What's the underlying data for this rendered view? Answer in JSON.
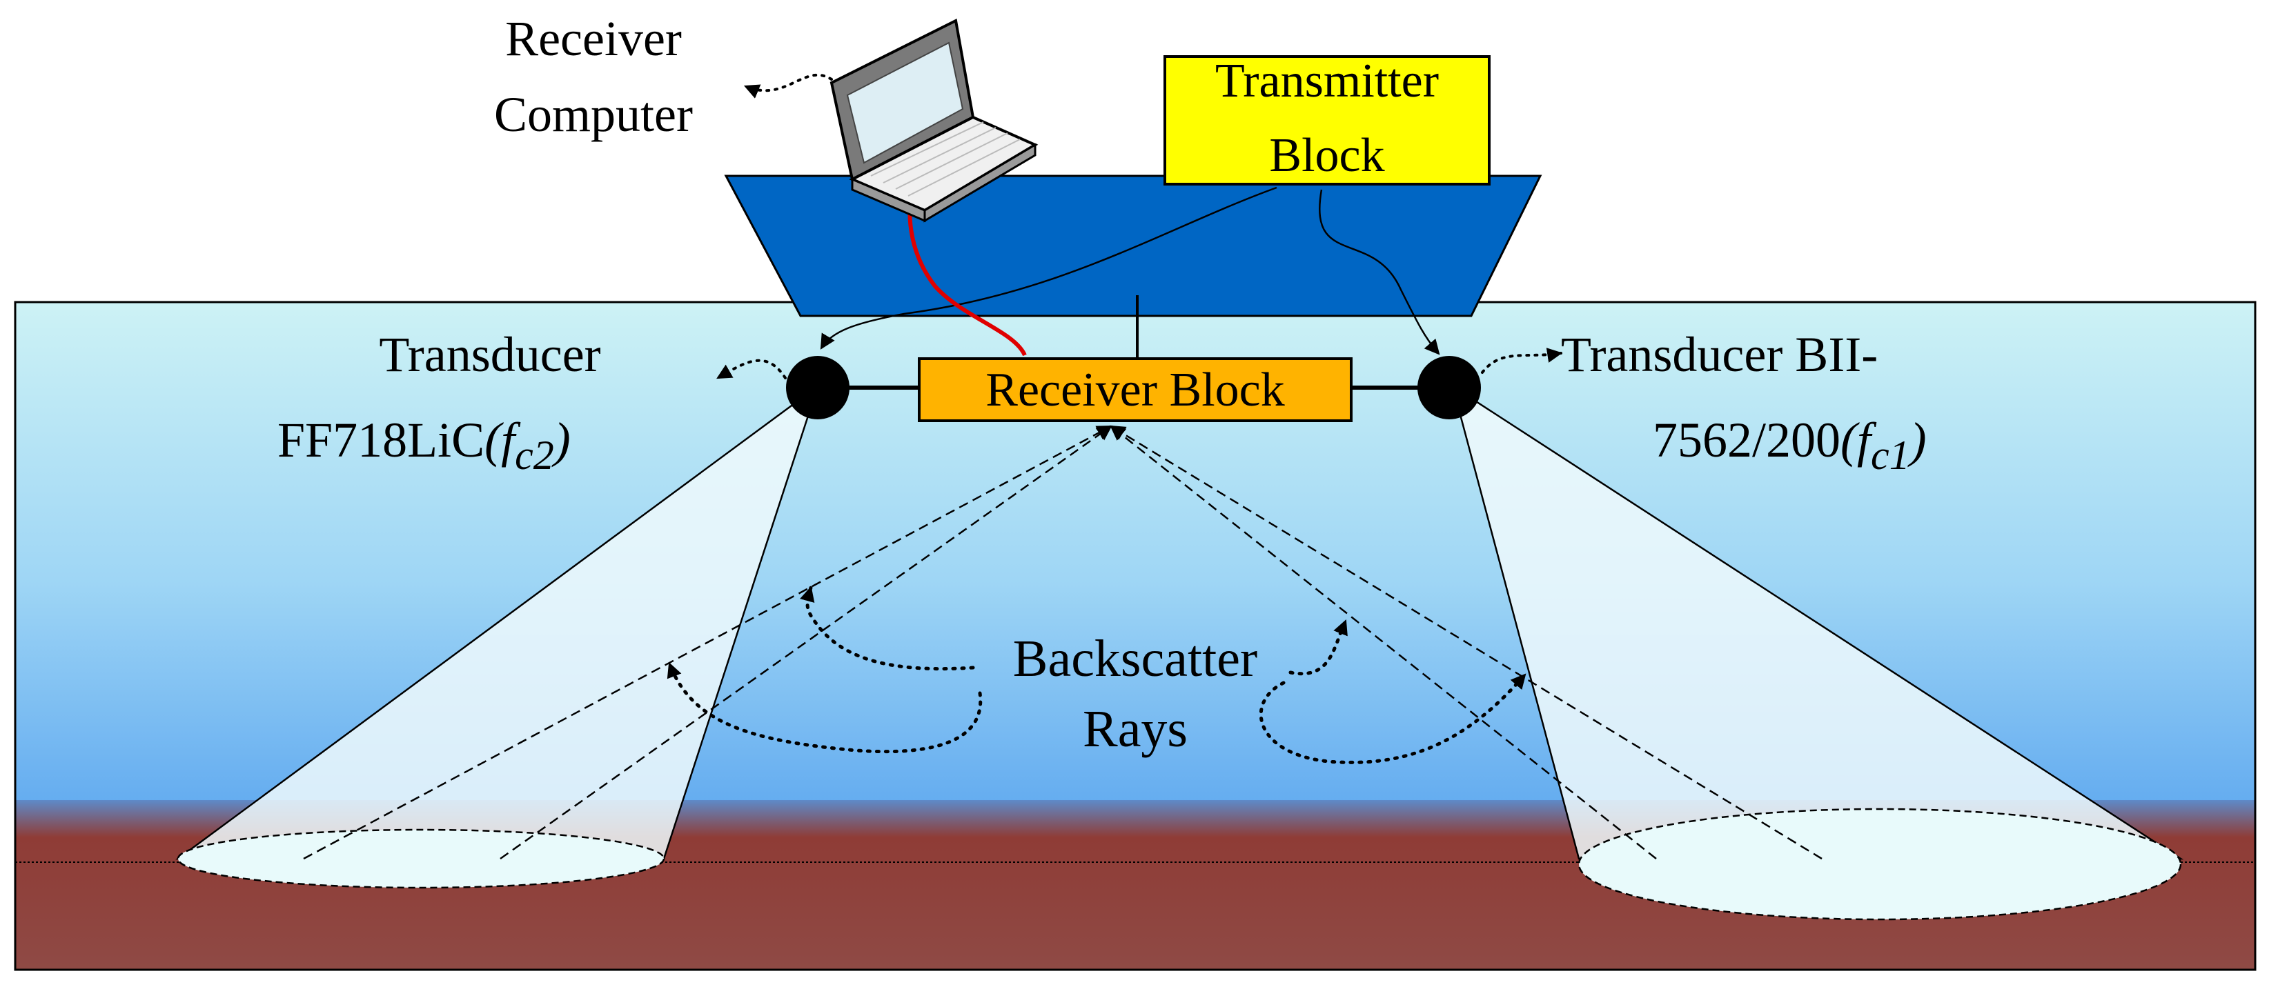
{
  "labels": {
    "receiver_computer_line1": "Receiver",
    "receiver_computer_line2": "Computer",
    "transmitter_line1": "Transmitter",
    "transmitter_line2": "Block",
    "receiver_block": "Receiver Block",
    "transducer_left_line1": "Transducer",
    "transducer_left_model": "FF718LiC",
    "transducer_left_freq_open": "(",
    "transducer_left_freq_f": "f",
    "transducer_left_freq_sub": "c2",
    "transducer_left_freq_close": ")",
    "transducer_right_line1": "Transducer BII-",
    "transducer_right_model": "7562/200",
    "transducer_right_freq_open": "(",
    "transducer_right_freq_f": "f",
    "transducer_right_freq_sub": "c1",
    "transducer_right_freq_close": ")",
    "backscatter_line1": "Backscatter",
    "backscatter_line2": "Rays"
  },
  "colors": {
    "water_top": "#cdf2f5",
    "water_bottom": "#6aaff0",
    "seabed": "#8f3d38",
    "boat": "#0066c4",
    "transmitter_fill": "#ffff00",
    "receiver_block_fill": "#ffb300",
    "cone_fill": "#eef9fb",
    "red_cable": "#e00000"
  }
}
